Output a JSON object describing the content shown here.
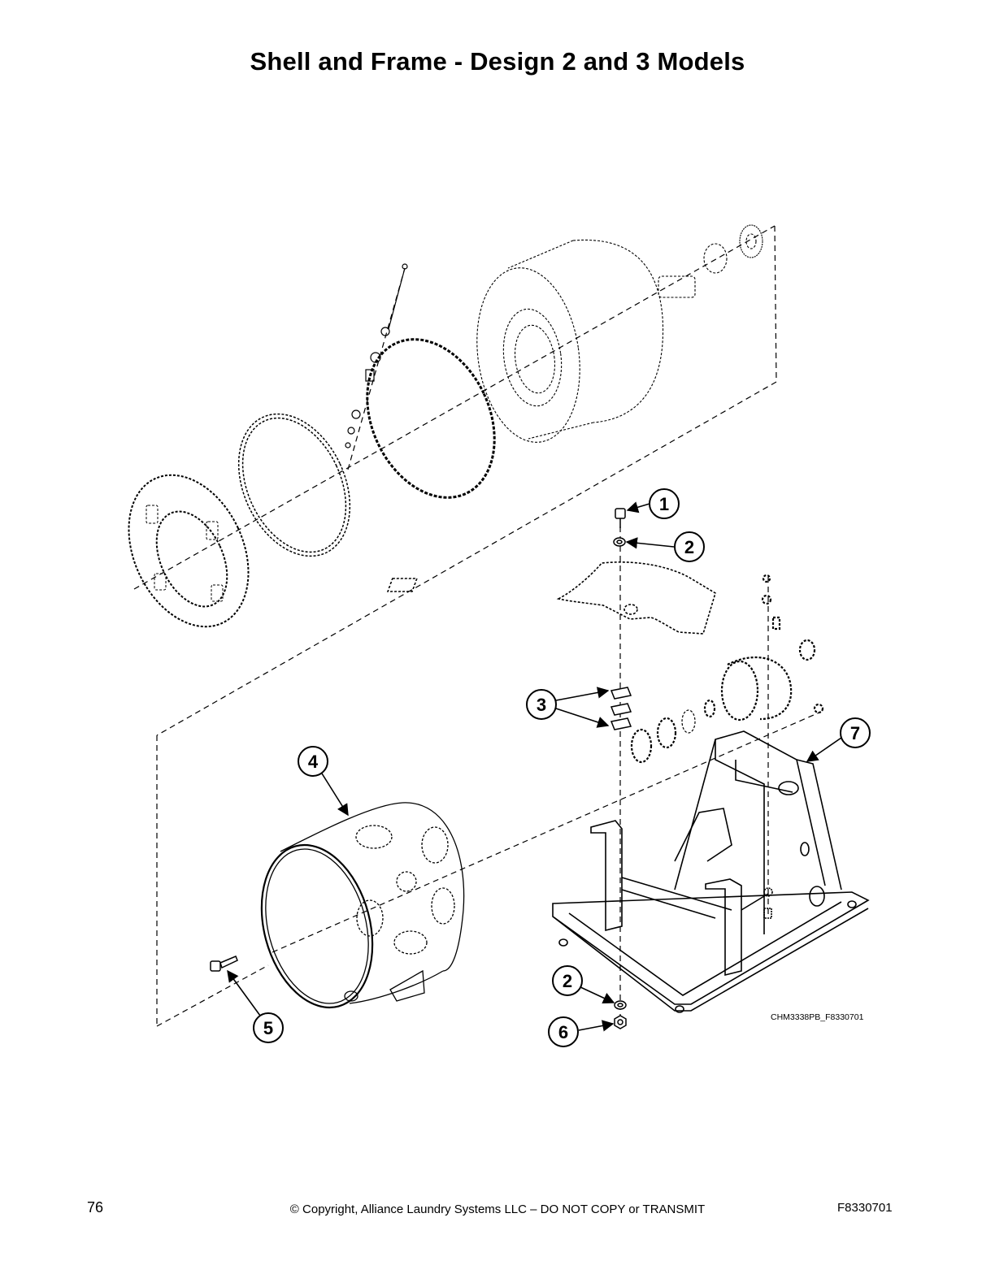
{
  "page_title": "Shell and Frame - Design 2 and 3 Models",
  "callouts": [
    "1",
    "2",
    "3",
    "4",
    "5",
    "2",
    "6",
    "7"
  ],
  "drawing_code": "CHM3338PB_F8330701",
  "footer": {
    "page_number": "76",
    "copyright": "© Copyright, Alliance Laundry Systems LLC – DO NOT COPY or TRANSMIT",
    "doc_code": "F8330701"
  }
}
